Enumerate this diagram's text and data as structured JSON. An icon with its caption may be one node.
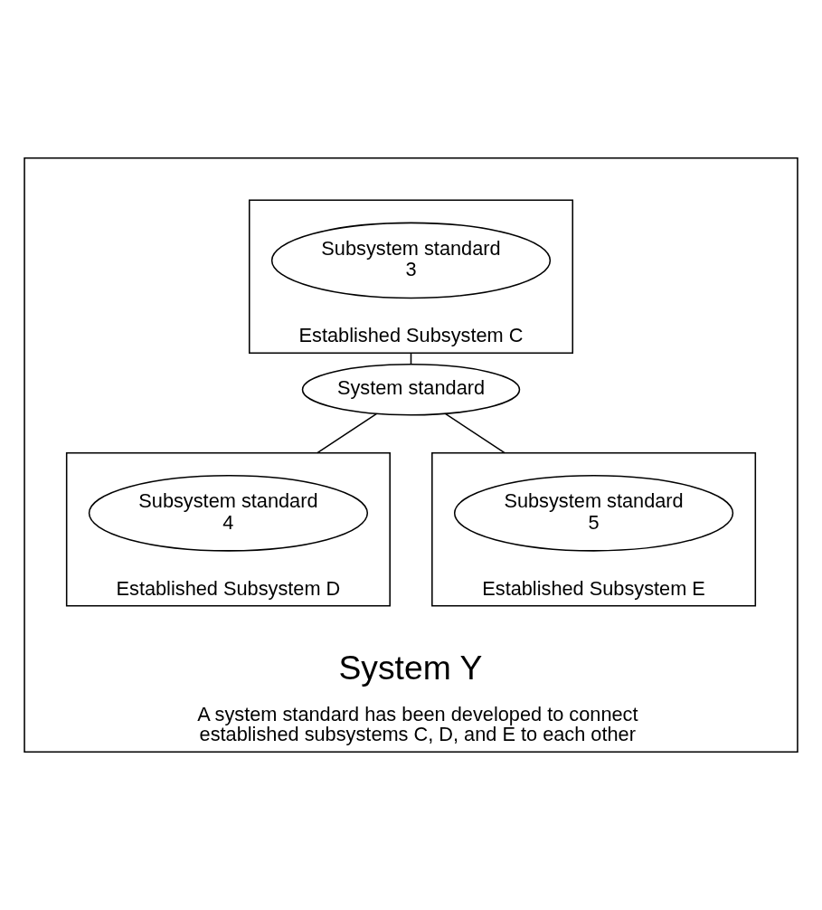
{
  "diagram": {
    "nodes": [
      {
        "text": [
          "System Y",
          "A system standard has been developed to connect established subsystems C, D, and E to each other"
        ]
      },
      {
        "text": [
          "Established Subsystem C"
        ],
        "in": 0
      },
      {
        "text": [
          "Subsystem standard 3"
        ],
        "in": 1
      },
      {
        "text": [
          "System standard"
        ],
        "in": 0
      },
      {
        "text": [
          "Established Subsystem D"
        ],
        "in": 0
      },
      {
        "text": [
          "Subsystem standard 4"
        ],
        "in": 4
      },
      {
        "text": [
          "Established Subsystem E"
        ],
        "in": 0
      },
      {
        "text": [
          "Subsystem standard 5"
        ],
        "in": 6
      }
    ],
    "edges": [
      {
        "from": 1,
        "to": 3,
        "arrow": "none"
      },
      {
        "from": 3,
        "to": 4,
        "arrow": "none"
      },
      {
        "from": 3,
        "to": 6,
        "arrow": "none"
      }
    ]
  }
}
